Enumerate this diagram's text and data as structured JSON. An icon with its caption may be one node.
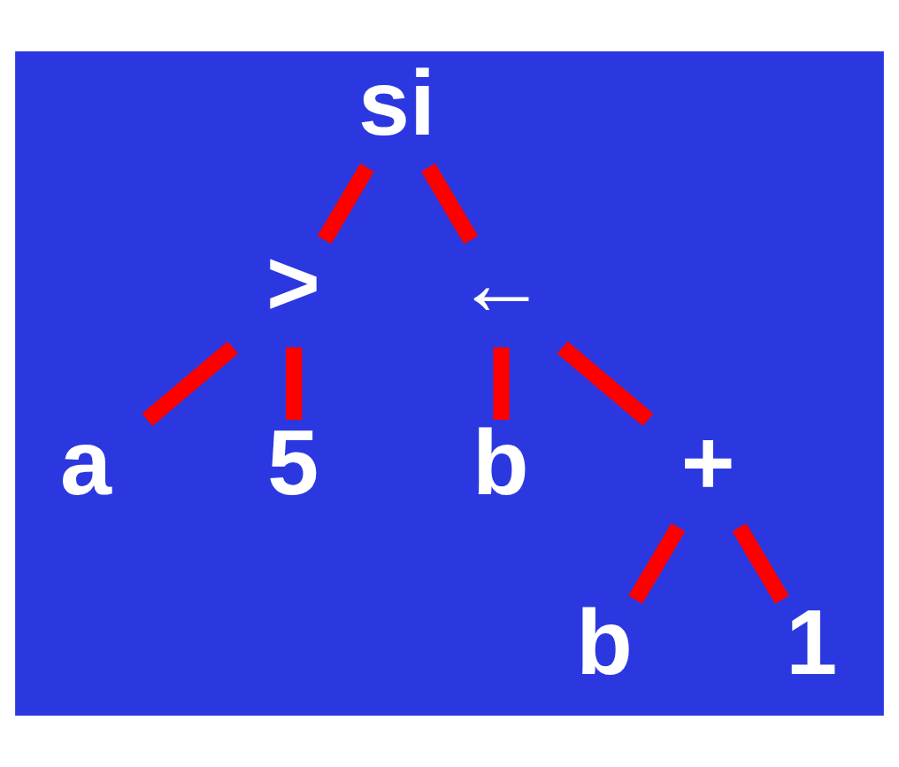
{
  "diagram": {
    "nodes": [
      {
        "text": [
          "si"
        ]
      },
      {
        "text": [
          ">"
        ]
      },
      {
        "text": [
          "←"
        ]
      },
      {
        "text": [
          "a"
        ]
      },
      {
        "text": [
          "5"
        ]
      },
      {
        "text": [
          "b"
        ]
      },
      {
        "text": [
          "+"
        ]
      },
      {
        "text": [
          "b"
        ]
      },
      {
        "text": [
          "1"
        ]
      }
    ],
    "edges": [
      {
        "from": 0,
        "to": 1,
        "arrow": "none"
      },
      {
        "from": 0,
        "to": 2,
        "arrow": "none"
      },
      {
        "from": 1,
        "to": 3,
        "arrow": "none"
      },
      {
        "from": 1,
        "to": 4,
        "arrow": "none"
      },
      {
        "from": 2,
        "to": 5,
        "arrow": "none"
      },
      {
        "from": 2,
        "to": 6,
        "arrow": "none"
      },
      {
        "from": 6,
        "to": 7,
        "arrow": "none"
      },
      {
        "from": 6,
        "to": 8,
        "arrow": "none"
      }
    ]
  }
}
